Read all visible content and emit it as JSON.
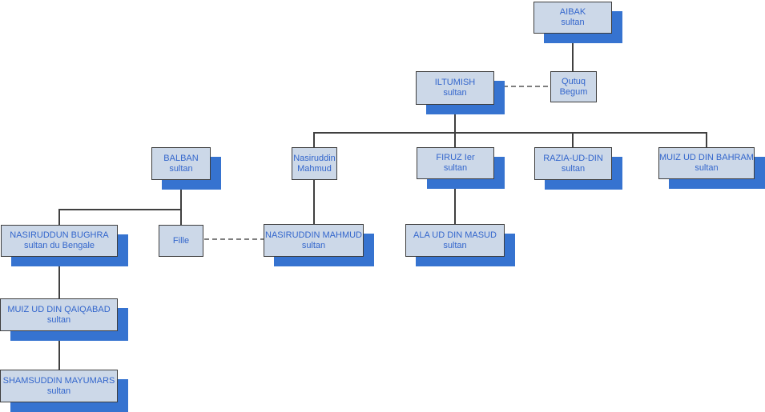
{
  "diagram": {
    "type": "family-tree",
    "subject": "Sultans of Delhi genealogy",
    "nodes": [
      {
        "id": "aibak",
        "line1": "AIBAK",
        "line2": "sultan"
      },
      {
        "id": "iltumish",
        "line1": "ILTUMISH",
        "line2": "sultan"
      },
      {
        "id": "qutuq-begum",
        "line1": "Qutuq",
        "line2": "Begum"
      },
      {
        "id": "balban",
        "line1": "BALBAN",
        "line2": "sultan"
      },
      {
        "id": "nasiruddin-mahmud",
        "line1": "Nasiruddin",
        "line2": "Mahmud"
      },
      {
        "id": "firuz-1er",
        "line1": "FIRUZ Ier",
        "line2": "sultan"
      },
      {
        "id": "razia-ud-din",
        "line1": "RAZIA-UD-DIN",
        "line2": "sultan"
      },
      {
        "id": "muiz-ud-din-bahram",
        "line1": "MUIZ UD DIN BAHRAM",
        "line2": "sultan"
      },
      {
        "id": "nasiruddun-bughra",
        "line1": "NASIRUDDUN BUGHRA",
        "line2": "sultan du Bengale"
      },
      {
        "id": "fille",
        "line1": "Fille",
        "line2": ""
      },
      {
        "id": "nasiruddin-mahmud-2",
        "line1": "NASIRUDDIN MAHMUD",
        "line2": "sultan"
      },
      {
        "id": "ala-ud-din-masud",
        "line1": "ALA UD DIN MASUD",
        "line2": "sultan"
      },
      {
        "id": "muiz-ud-din-qaiqabad",
        "line1": "MUIZ UD DIN QAIQABAD",
        "line2": "sultan"
      },
      {
        "id": "shamsuddin-mayumars",
        "line1": "SHAMSUDDIN MAYUMARS",
        "line2": "sultan"
      }
    ],
    "relationships": [
      {
        "from": "AIBAK",
        "to": "Qutuq Begum",
        "type": "descent"
      },
      {
        "from": "ILTUMISH",
        "to": "Qutuq Begum",
        "type": "marriage"
      },
      {
        "from": "ILTUMISH",
        "to": "Nasiruddin Mahmud",
        "type": "descent"
      },
      {
        "from": "ILTUMISH",
        "to": "FIRUZ Ier",
        "type": "descent"
      },
      {
        "from": "ILTUMISH",
        "to": "RAZIA-UD-DIN",
        "type": "descent"
      },
      {
        "from": "ILTUMISH",
        "to": "MUIZ UD DIN BAHRAM",
        "type": "descent"
      },
      {
        "from": "BALBAN",
        "to": "NASIRUDDUN BUGHRA",
        "type": "descent"
      },
      {
        "from": "BALBAN",
        "to": "Fille",
        "type": "descent"
      },
      {
        "from": "Fille",
        "to": "NASIRUDDIN MAHMUD",
        "type": "marriage"
      },
      {
        "from": "Nasiruddin Mahmud",
        "to": "NASIRUDDIN MAHMUD",
        "type": "descent"
      },
      {
        "from": "FIRUZ Ier",
        "to": "ALA UD DIN MASUD",
        "type": "descent"
      },
      {
        "from": "NASIRUDDUN BUGHRA",
        "to": "MUIZ UD DIN QAIQABAD",
        "type": "descent"
      },
      {
        "from": "MUIZ UD DIN QAIQABAD",
        "to": "SHAMSUDDIN MAYUMARS",
        "type": "descent"
      }
    ]
  },
  "colors": {
    "fill": "#ccd8e8",
    "border": "#3d3d3d",
    "shadow": "#3673d0",
    "text": "#3366cc",
    "line": "#404040",
    "dash": "#7f7f7f"
  }
}
